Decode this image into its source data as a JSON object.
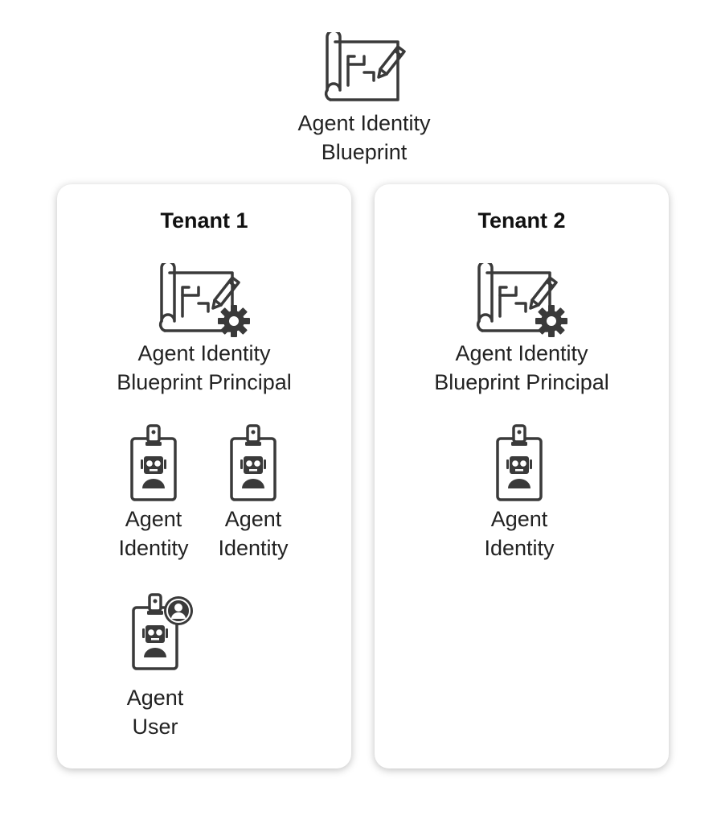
{
  "top": {
    "label_line1": "Agent Identity",
    "label_line2": "Blueprint"
  },
  "tenants": [
    {
      "title": "Tenant 1",
      "principal": {
        "line1": "Agent Identity",
        "line2": "Blueprint Principal"
      },
      "identities": [
        {
          "line1": "Agent",
          "line2": "Identity"
        },
        {
          "line1": "Agent",
          "line2": "Identity"
        }
      ],
      "user": {
        "line1": "Agent",
        "line2": "User"
      }
    },
    {
      "title": "Tenant 2",
      "principal": {
        "line1": "Agent Identity",
        "line2": "Blueprint Principal"
      },
      "identities": [
        {
          "line1": "Agent",
          "line2": "Identity"
        }
      ]
    }
  ],
  "colors": {
    "icon": "#3a3a3a",
    "card_shadow": "#cccccc",
    "text": "#222222"
  },
  "icons": [
    "blueprint-icon",
    "blueprint-principal-icon",
    "agent-badge-icon",
    "agent-user-icon"
  ]
}
